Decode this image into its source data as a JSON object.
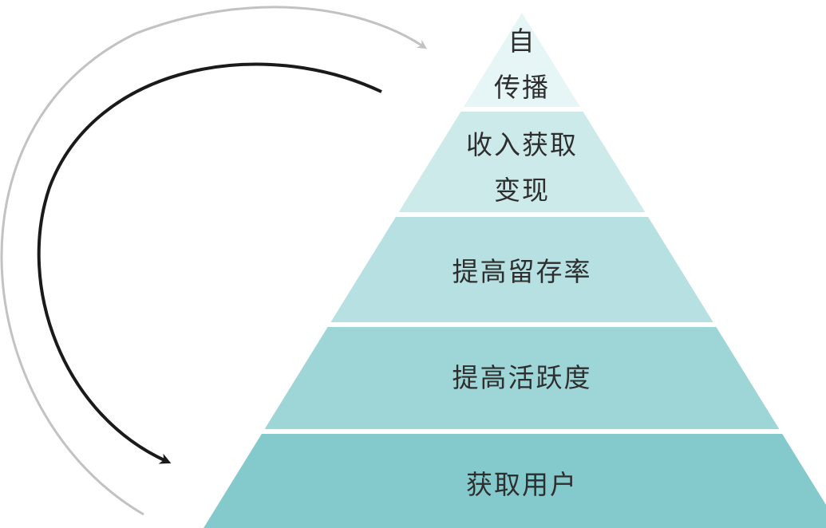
{
  "pyramid": {
    "tiers": [
      {
        "lines": [
          "自",
          "传播"
        ],
        "fill": "#e6f5f5"
      },
      {
        "lines": [
          "收入获取",
          "变现"
        ],
        "fill": "#cdeaea"
      },
      {
        "lines": [
          "提高留存率"
        ],
        "fill": "#b6e0e1"
      },
      {
        "lines": [
          "提高活跃度"
        ],
        "fill": "#9ed5d7"
      },
      {
        "lines": [
          "获取用户"
        ],
        "fill": "#84cacd"
      }
    ],
    "arrows": {
      "outer_color": "#c2c2c2",
      "inner_color": "#1a1a1a"
    }
  }
}
